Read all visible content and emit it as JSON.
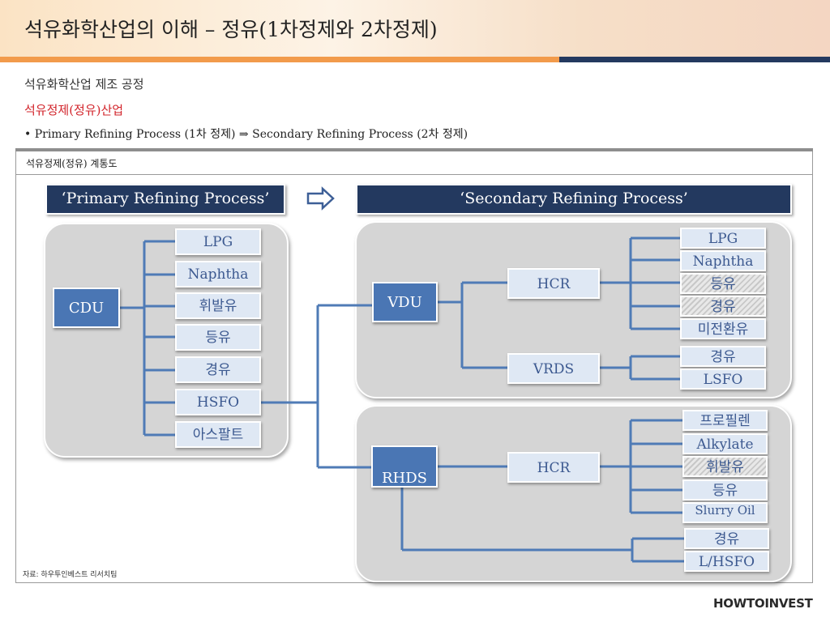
{
  "header": {
    "title": "석유화학산업의 이해 – 정유(1차정제와 2차정제)",
    "subtitle": "석유화학산업 제조 공정",
    "section": "석유정제(정유)산업",
    "bullet": "• Primary Refining Process (1차 정제) ⇒ Secondary Refining Process (2차 정제)"
  },
  "frame": {
    "label": "석유정제(정유)  계통도"
  },
  "primary": {
    "title": "‘Primary Refining Process’",
    "unit": "CDU",
    "products": [
      "LPG",
      "Naphtha",
      "휘발유",
      "등유",
      "경유",
      "HSFO",
      "아스팔트"
    ]
  },
  "arrow": {
    "icon": "right-arrow-icon"
  },
  "secondary": {
    "title": "‘Secondary Refining Process’",
    "vdu": {
      "unit": "VDU",
      "hcr": {
        "unit": "HCR",
        "products": [
          "LPG",
          "Naphtha",
          "등유",
          "경유",
          "미전환유"
        ]
      },
      "vrds": {
        "unit": "VRDS",
        "products": [
          "경유",
          "LSFO"
        ]
      }
    },
    "rhds": {
      "unit": "RHDS",
      "hcr": {
        "unit": "HCR",
        "products": [
          "프로필렌",
          "Alkylate",
          "휘발유",
          "등유",
          "Slurry Oil"
        ]
      },
      "direct_products": [
        "경유",
        "L/HSFO"
      ]
    }
  },
  "footer": {
    "source": "자료: 하우투인베스트 리서치팀",
    "logo": "HOWTOINVEST"
  },
  "colors": {
    "header_bar_orange": "#f29b4b",
    "header_bar_navy": "#24395f",
    "title_bar": "#23395f",
    "unit_box": "#4a76b4",
    "product_box": "#dfe8f4",
    "line": "#4f7bb6",
    "section_red": "#d2232a"
  }
}
